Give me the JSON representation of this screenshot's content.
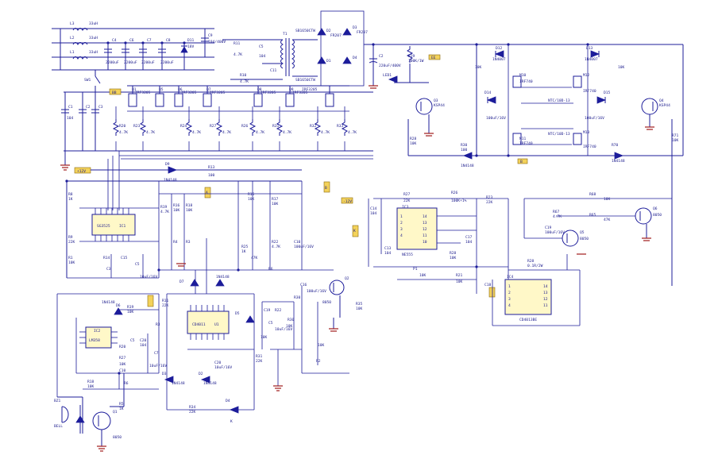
{
  "title": "",
  "components": {
    "inductors": [
      "L3",
      "L2",
      "L1"
    ],
    "inductor_values": [
      "33uH",
      "33uH",
      "33uH"
    ],
    "input_caps": [
      {
        "ref": "C4",
        "value": "2200uF"
      },
      {
        "ref": "C6",
        "value": "2200uF"
      },
      {
        "ref": "C7",
        "value": "2200uF"
      },
      {
        "ref": "C8",
        "value": "2200uF"
      }
    ],
    "zener_top": {
      "ref": "D11",
      "value": "18V"
    },
    "cap_top": {
      "ref": "C9",
      "value": "104/400V"
    },
    "switch": "SW1",
    "fuse_tag": "BB",
    "bridge": [
      "D2",
      "D3",
      "D1",
      "D4"
    ],
    "bridge_type": [
      "FR207",
      "FR207"
    ],
    "bridge_label_top": "SB1650CTW",
    "bridge_label_bot": "SB1650CTW",
    "transformer": "T1",
    "out_cap": {
      "ref": "C2",
      "value": "220uF/400V"
    },
    "led1": "LED1",
    "r29": {
      "ref": "R29",
      "value": "100K/1W"
    },
    "mosfets": [
      "Q1",
      "Q5",
      "Q6",
      "Q7",
      "Q8",
      "Q9"
    ],
    "mosfet_type": "IRF3205",
    "gate_res": [
      "R20",
      "R23",
      "R24",
      "R27",
      "R26",
      "R31",
      "R32",
      "R33"
    ],
    "gate_res_value": "4.7K",
    "driver_ic": "SG3525",
    "driver_ref": "IC1",
    "ic2": {
      "ref": "IC2",
      "value": "LM358"
    },
    "ic3": {
      "ref": "U1",
      "value": "CD4011"
    },
    "ic4": {
      "ref": "IC3",
      "value": "NE555"
    },
    "ic5": {
      "ref": "IC4",
      "value": "CD4013BE"
    },
    "hv_mosfets": [
      "M10",
      "M11",
      "M12",
      "M13"
    ],
    "hv_mosfet_type": "IRF740",
    "hv_diodes": [
      "D12",
      "D13",
      "D14",
      "D15"
    ],
    "hv_diode_type": "1N4007",
    "bjt_left": {
      "ref": "Q3",
      "value": "KSP44"
    },
    "bjt_right": {
      "ref": "Q4",
      "value": "KSP44"
    },
    "bjt_bottom": {
      "ref": "Q2",
      "value": "8050"
    },
    "bjt_bottom2": {
      "ref": "Q1",
      "value": "8050"
    },
    "bjt_8050": "8050",
    "buzzer": "BELL",
    "buzzer_ref": "BZ1",
    "diode_1n4148": "1N4148",
    "tags": [
      "+12V",
      "+12V",
      "-12V",
      "-12V",
      "A",
      "B"
    ],
    "r_100": "100",
    "r_10k": "10K",
    "r_4k7": "4.7K",
    "r_1k": "1K",
    "r_22k": "22K",
    "r_47k": "47K",
    "c_104": "104",
    "c_100uf": "100uF/16V",
    "c_10uf": "10uF/16V",
    "r_shunt": "0.1R/2W",
    "ntc": "NTC/10D-13",
    "pot": "P1",
    "ee": "EE",
    "k": "K",
    "q_note": "D5"
  }
}
